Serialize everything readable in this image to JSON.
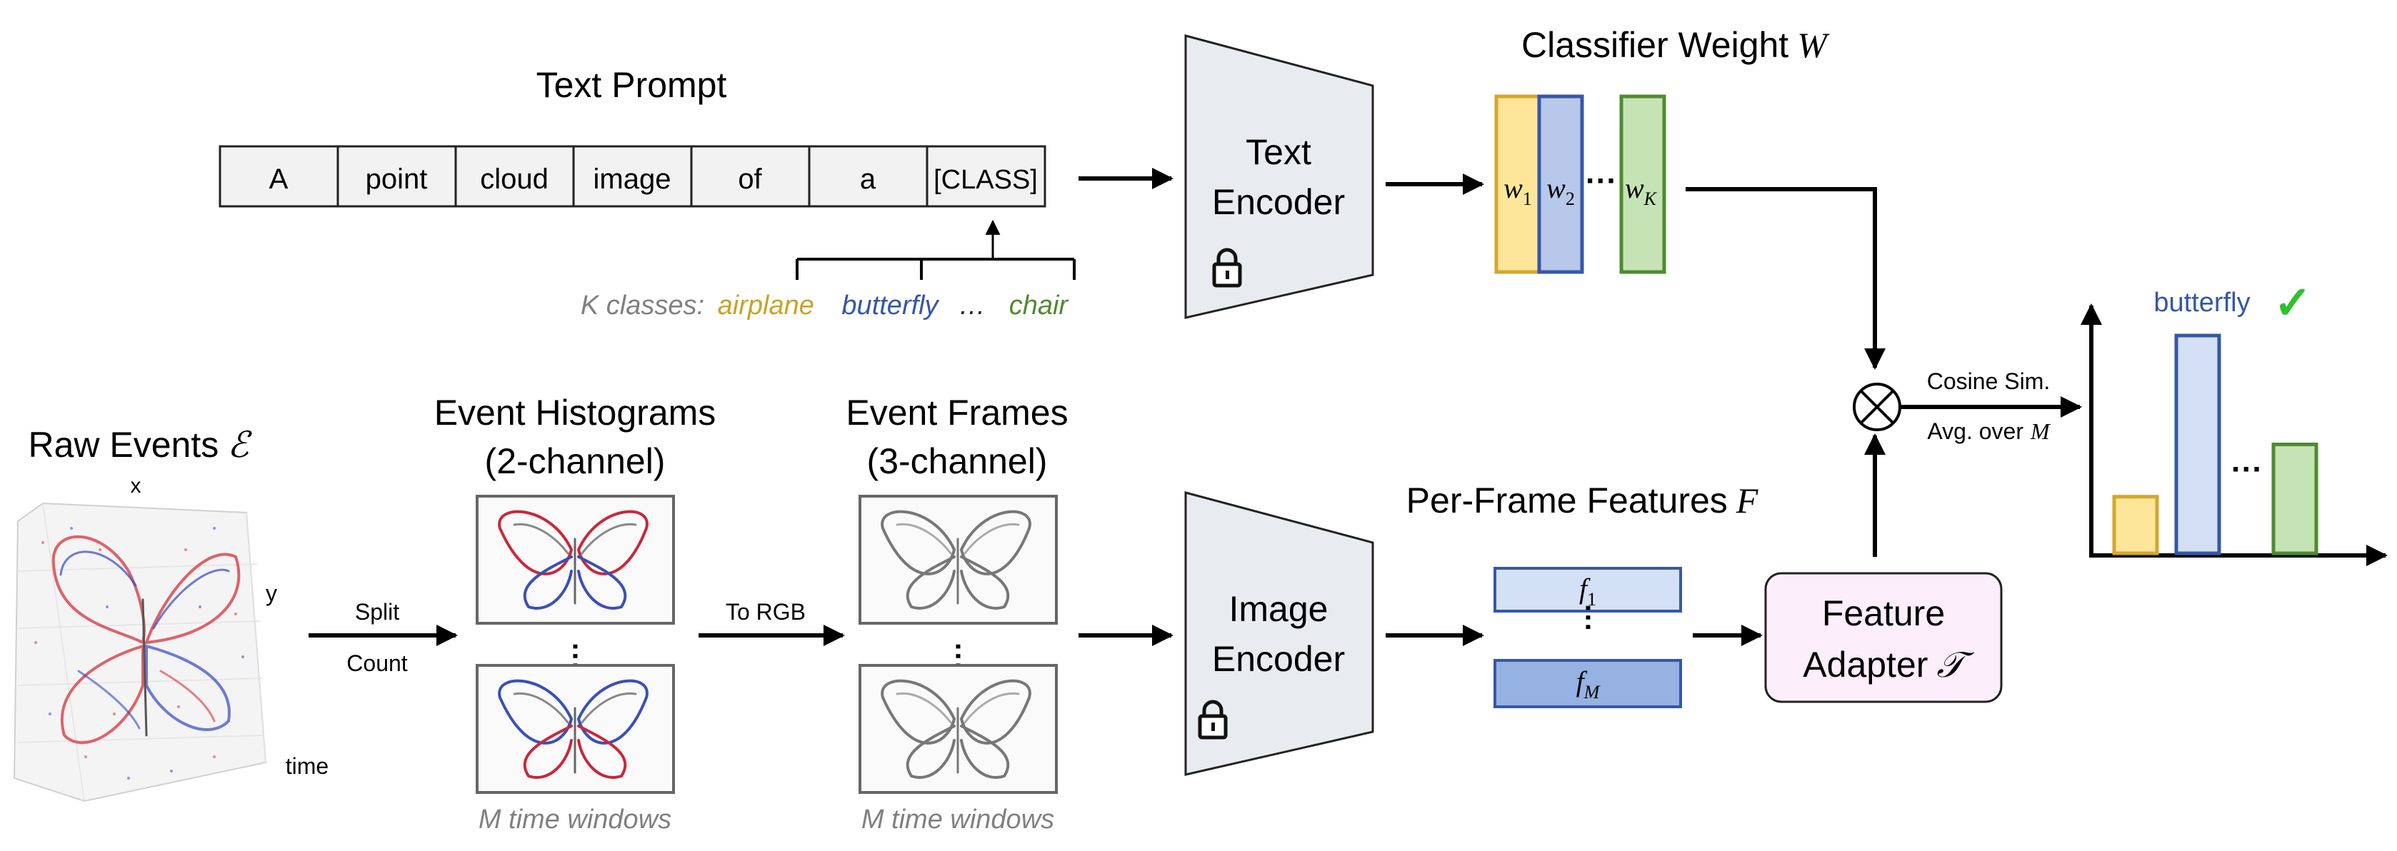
{
  "text_prompt": {
    "title": "Text Prompt",
    "tokens": [
      "A",
      "point",
      "cloud",
      "image",
      "of",
      "a",
      "[CLASS]"
    ],
    "classes_label": "K classes:",
    "classes": [
      {
        "name": "airplane",
        "color": "#c9a227"
      },
      {
        "name": "butterfly",
        "color": "#3557a6"
      },
      {
        "name": "chair",
        "color": "#4f8b2e"
      }
    ],
    "classes_ellipsis": "…"
  },
  "text_encoder": {
    "line1": "Text",
    "line2": "Encoder"
  },
  "image_encoder": {
    "line1": "Image",
    "line2": "Encoder"
  },
  "classifier": {
    "title": "Classifier Weight",
    "symbol": "W",
    "weights": [
      {
        "base": "w",
        "sub": "1",
        "fill": "#fde69a",
        "stroke": "#d4a72c"
      },
      {
        "base": "w",
        "sub": "2",
        "fill": "#b7c8ea",
        "stroke": "#3557a6"
      },
      {
        "base": "w",
        "sub": "K",
        "fill": "#c5e3b4",
        "stroke": "#4f8b2e"
      }
    ],
    "dots": "···"
  },
  "raw_events": {
    "title": "Raw Events",
    "symbol": "ℰ",
    "axis_x": "x",
    "axis_y": "y",
    "axis_t": "time"
  },
  "split_count": {
    "top": "Split",
    "bottom": "Count"
  },
  "event_histograms": {
    "title1": "Event Histograms",
    "title2": "(2-channel)",
    "caption": "M time windows"
  },
  "to_rgb": "To RGB",
  "event_frames": {
    "title1": "Event Frames",
    "title2": "(3-channel)",
    "caption": "M time windows"
  },
  "per_frame_features": {
    "title": "Per-Frame Features",
    "symbol": "F",
    "f1": {
      "base": "f",
      "sub": "1",
      "fill": "#d4e0f5",
      "stroke": "#3557a6"
    },
    "fM": {
      "base": "f",
      "sub": "M",
      "fill": "#95b2e3",
      "stroke": "#3557a6"
    }
  },
  "feature_adapter": {
    "line1": "Feature",
    "line2": "Adapter",
    "symbol": "𝒯"
  },
  "cosine": {
    "line1": "Cosine Sim.",
    "line2_prefix": "Avg. over",
    "line2_symbol": "M"
  },
  "result": {
    "label": "butterfly",
    "label_color": "#3557a6",
    "check": "✓",
    "check_color": "#2ec12e",
    "dots": "···"
  },
  "chart_data": {
    "type": "bar",
    "categories": [
      "airplane",
      "butterfly",
      "chair"
    ],
    "values": [
      0.26,
      1.0,
      0.5
    ],
    "colors": [
      {
        "fill": "#fde69a",
        "stroke": "#d4a72c"
      },
      {
        "fill": "#d4e0f5",
        "stroke": "#3557a6"
      },
      {
        "fill": "#c5e3b4",
        "stroke": "#4f8b2e"
      }
    ],
    "title": "",
    "xlabel": "",
    "ylabel": "",
    "ylim": [
      0,
      1.0
    ]
  }
}
